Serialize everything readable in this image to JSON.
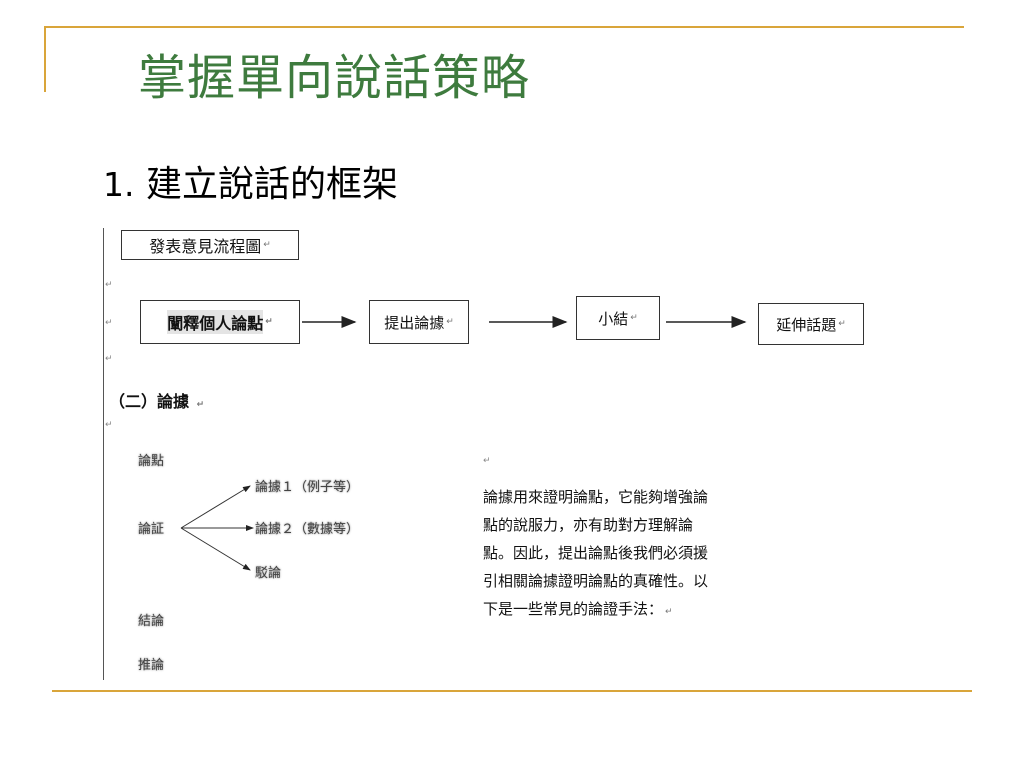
{
  "slide": {
    "title": "掌握單向說話策略",
    "subtitle_num": "1.",
    "subtitle_text": "建立說話的框架"
  },
  "doc": {
    "flow_title": "發表意見流程圖",
    "flow_steps": [
      "闡釋個人論點",
      "提出論據",
      "小結",
      "延伸話題"
    ],
    "section_heading": "（二）論據",
    "tree": {
      "point": "論點",
      "proof": "論証",
      "branch1": "論據１（例子等）",
      "branch2": "論據２（數據等）",
      "branch3": "駁論",
      "conclusion": "結論",
      "inference": "推論"
    },
    "paragraph_lines": [
      "論據用來證明論點，它能夠增強論",
      "點的說服力，亦有助對方理解論",
      "點。因此，提出論點後我們必須援",
      "引相關論據證明論點的真確性。以",
      "下是一些常見的論證手法："
    ],
    "mark": "↵"
  },
  "colors": {
    "title": "#3E7B3E",
    "rule": "#D9A53A"
  }
}
